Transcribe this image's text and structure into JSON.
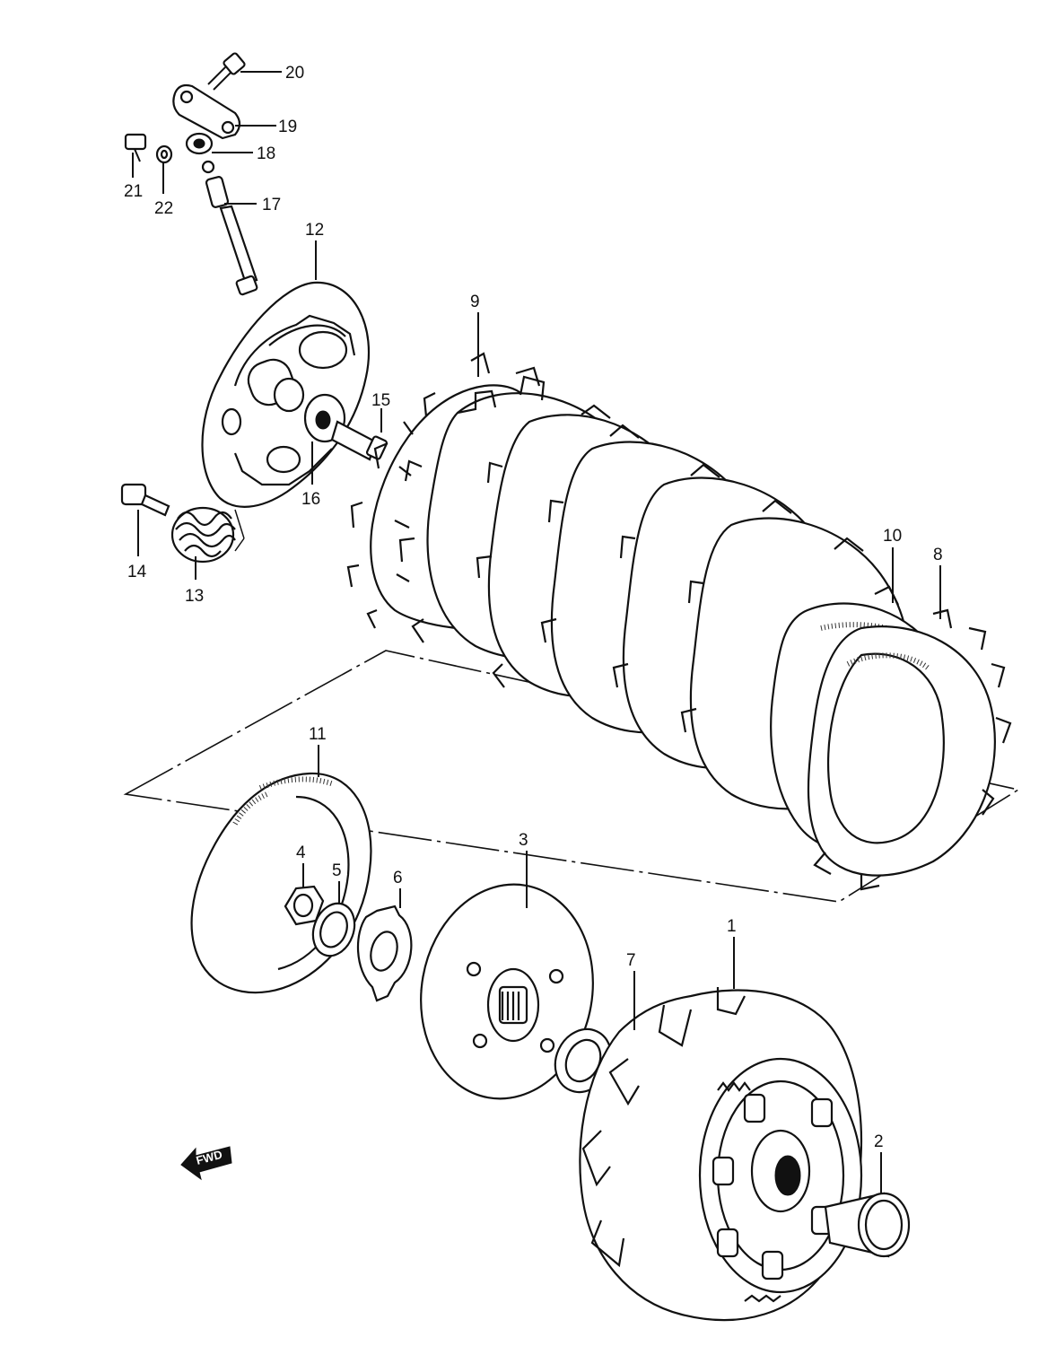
{
  "callouts": {
    "c1": "1",
    "c2": "2",
    "c3": "3",
    "c4": "4",
    "c5": "5",
    "c6": "6",
    "c7": "7",
    "c8": "8",
    "c9": "9",
    "c10": "10",
    "c11": "11",
    "c12": "12",
    "c13": "13",
    "c14": "14",
    "c15": "15",
    "c16": "16",
    "c17": "17",
    "c18": "18",
    "c19": "19",
    "c20": "20",
    "c21": "21",
    "c22": "22"
  },
  "fwd_marker": "FWD"
}
